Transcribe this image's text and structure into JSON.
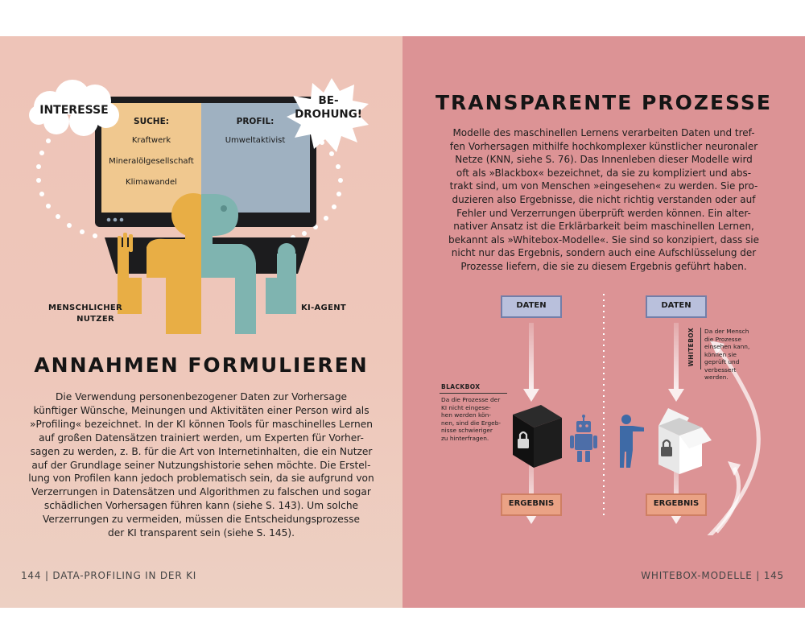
{
  "left": {
    "illustration": {
      "bubble_left": "INTERESSE",
      "bubble_right_line1": "BE-",
      "bubble_right_line2": "DROHUNG!",
      "screen_left_head": "SUCHE:",
      "screen_left_items": [
        "Kraftwerk",
        "Mineralölgesellschaft",
        "Klimawandel"
      ],
      "screen_right_head": "PROFIL:",
      "screen_right_item": "Umweltaktivist",
      "label_human_line1": "MENSCHLICHER",
      "label_human_line2": "NUTZER",
      "label_agent": "KI-AGENT"
    },
    "heading": "ANNAHMEN FORMULIEREN",
    "body_lines": [
      "Die Verwendung personenbezogener Daten zur Vorhersage",
      "künftiger Wünsche, Meinungen und Aktivitäten einer Person wird als",
      "»Profiling« bezeichnet. In der KI können Tools für maschinelles Lernen",
      "auf großen Datensätzen trainiert werden, um Experten für Vorher-",
      "sagen zu werden, z. B. für die Art von Internetinhalten, die ein Nutzer",
      "auf der Grundlage seiner Nutzungshistorie sehen möchte. Die Erstel-",
      "lung von Profilen kann jedoch problematisch sein, da sie aufgrund von",
      "Verzerrungen in Datensätzen und Algorithmen zu falschen und sogar",
      "schädlichen Vorhersagen führen kann (siehe S. 143). Um solche",
      "Verzerrungen zu vermeiden, müssen die Entscheidungsprozesse",
      "der KI transparent sein (siehe S. 145)."
    ],
    "footer_page": "144",
    "footer_separator": "|",
    "footer_title": "DATA-PROFILING IN DER KI"
  },
  "right": {
    "heading": "TRANSPARENTE PROZESSE",
    "body_lines": [
      "Modelle des maschinellen Lernens verarbeiten Daten und tref-",
      "fen Vorhersagen mithilfe hochkomplexer künstlicher neuronaler",
      "Netze (KNN, siehe S. 76). Das Innenleben dieser Modelle wird",
      "oft als »Blackbox« bezeichnet, da sie zu kompliziert und abs-",
      "trakt sind, um von Menschen »eingesehen« zu werden. Sie pro-",
      "duzieren also Ergebnisse, die nicht richtig verstanden oder auf",
      "Fehler und Verzerrungen überprüft werden können. Ein alter-",
      "nativer Ansatz ist die Erklärbarkeit beim maschinellen Lernen,",
      "bekannt als »Whitebox-Modelle«. Sie sind so konzipiert, dass sie",
      "nicht nur das Ergebnis, sondern auch eine Aufschlüsselung der",
      "Prozesse liefern, die sie zu diesem Ergebnis geführt haben."
    ],
    "diagram": {
      "daten_label": "DATEN",
      "ergebnis_label": "ERGEBNIS",
      "blackbox_head": "BLACKBOX",
      "blackbox_note": [
        "Da die Prozesse der",
        "KI nicht eingese-",
        "hen werden kön-",
        "nen, sind die Ergeb-",
        "nisse schwieriger",
        "zu hinterfragen."
      ],
      "whitebox_head": "WHITEBOX",
      "whitebox_note": [
        "Da der Mensch",
        "die Prozesse",
        "einsehen kann,",
        "können sie",
        "geprüft und",
        "verbessert",
        "werden."
      ]
    },
    "footer_title": "WHITEBOX-MODELLE",
    "footer_separator": "|",
    "footer_page": "145"
  },
  "colors": {
    "left_bg": "#eec4b8",
    "right_bg": "#dc9395",
    "screen_left": "#f0c88f",
    "screen_right": "#9fb1c1",
    "human_figure": "#e8ae45",
    "agent_figure": "#7fb4b0",
    "daten_box": "#b9c0dc",
    "ergebnis_box": "#eaa285"
  }
}
